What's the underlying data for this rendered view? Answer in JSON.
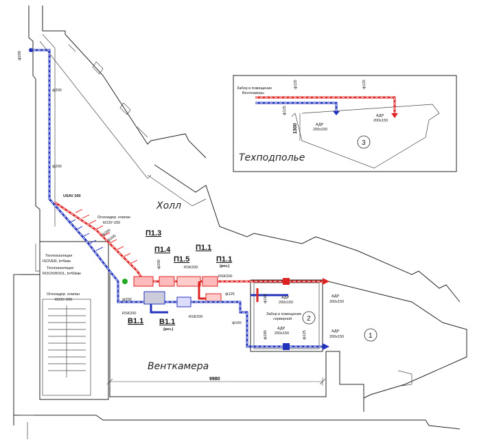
{
  "rooms": {
    "hall": "Холл",
    "ventchamber": "Венткамера",
    "underfloor": "Техподполье"
  },
  "units": {
    "p13": "П1.3",
    "p14": "П1.4",
    "p15": "П1.5",
    "p11": "П1.1",
    "p11res": "П1.1",
    "p11res_sub": "(рез.)",
    "v11": "В1.1",
    "v11b": "В1.1",
    "v11b_sub": "(рез.)"
  },
  "labels": {
    "d200_top": "ф200",
    "d200_a": "ф200",
    "d200_b": "ф200",
    "usav": "USAV 200",
    "firevalve_top_1": "Огнезадер. клапан",
    "firevalve_top_2": "КОЗУ-200",
    "firevalve_left_1": "Огнезадер. клапан",
    "firevalve_left_2": "КОЗУ-200",
    "insul_1": "Теплоизоляция",
    "insul_2": "ISOVER, b=5мм",
    "insul_3": "Теплоизоляция",
    "insul_4": "ROCKWOOL, b=50мм",
    "rsk_a": "RSK200",
    "rsk_b": "RSK200",
    "rsk_c": "RSK200",
    "rsk_d": "RSK200",
    "d200_c": "ф200",
    "d200_d": "ф200",
    "d200_e": "ф200",
    "d200_f": "ф200",
    "d125_a": "ф125",
    "d160_a": "ф160",
    "d160_b": "ф160",
    "d160_c": "ф160",
    "d125_b": "ф125",
    "adr_1": "АДР",
    "adr_1s": "200х150",
    "adr_2": "АДР",
    "adr_2s": "200х150",
    "adr_3": "АДР",
    "adr_3s": "200х150",
    "adr_4": "АДР",
    "adr_4s": "200х150",
    "intake_1": "Забор в помещение",
    "intake_2": "серверной",
    "dim_9980": "9980",
    "num_1": "1",
    "num_2": "2",
    "num_3": "3",
    "inset_intake_1": "Забор в помещение",
    "inset_intake_2": "Венткамеры",
    "inset_d125_a": "ф125",
    "inset_d125_b": "ф125",
    "inset_d125_c": "ф125",
    "inset_adr_a": "АДР",
    "inset_adr_as": "200х150",
    "inset_adr_b": "АДР",
    "inset_adr_bs": "200х150",
    "inset_dim": "1300"
  },
  "colors": {
    "supply": "#dd2222",
    "exhaust": "#2233bb",
    "accent_green": "#22aa22"
  }
}
